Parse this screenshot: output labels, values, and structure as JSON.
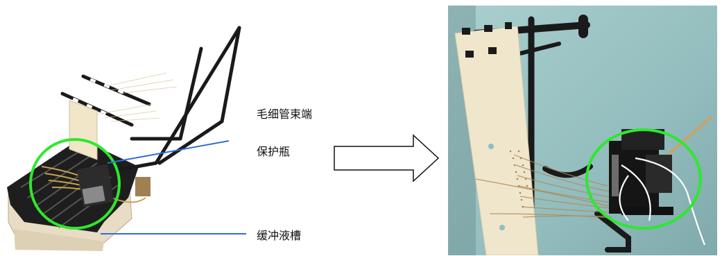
{
  "labels": {
    "capillary_end": "毛细管束端",
    "protection_bottle": "保护瓶",
    "buffer_tank": "缓冲液槽"
  },
  "colors": {
    "highlight_circle": "#2ee82e",
    "leader_line": "#2f6fd6",
    "background_right": "#9cc3c4",
    "background_left": "#ffffff",
    "tray": "#222222",
    "base_block": "#e8dcc4",
    "capillary_bundle": "#c8a050"
  },
  "icons": {
    "arrow": "right-arrow-outline-icon"
  }
}
